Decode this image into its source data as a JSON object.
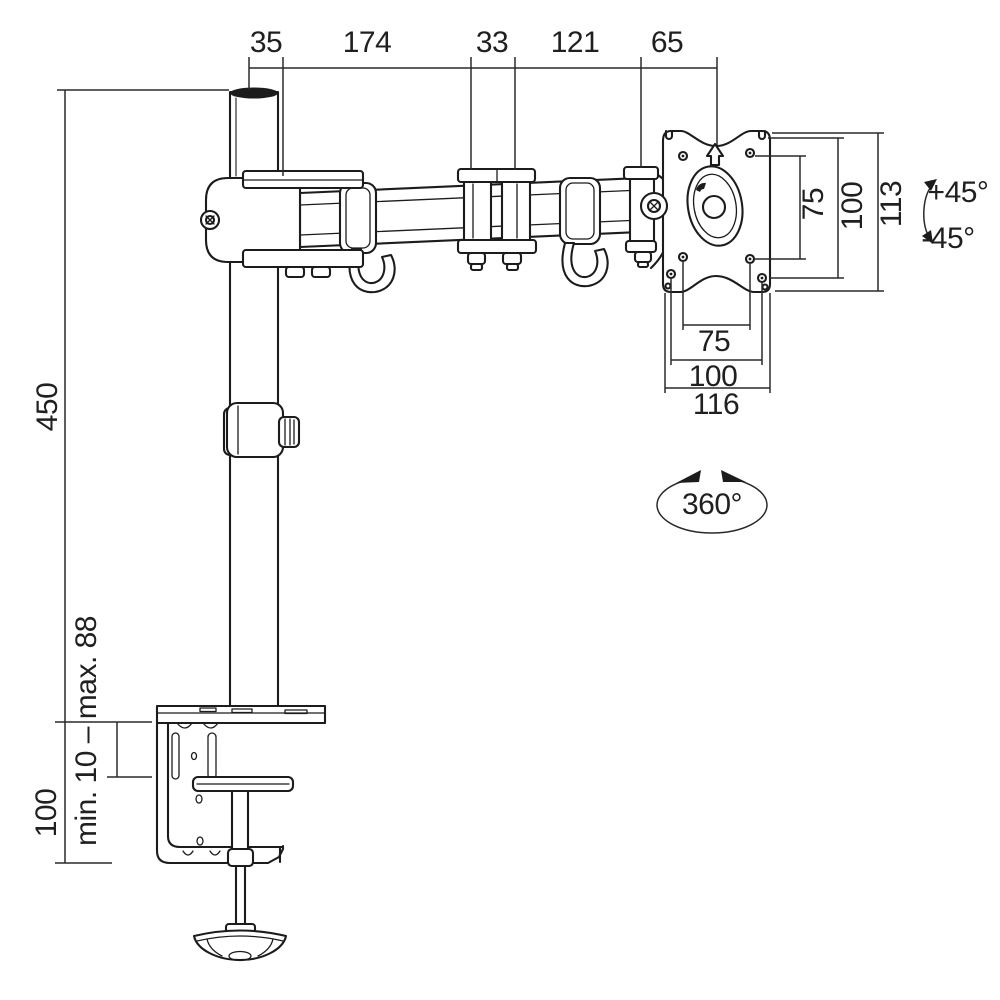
{
  "dimensions": {
    "top_chain": {
      "seg1": "35",
      "seg2": "174",
      "seg3": "33",
      "seg4": "121",
      "seg5": "65"
    },
    "left": {
      "pole_height": "450",
      "clamp_bracket_height": "100",
      "desk_thickness_range": "min. 10 – max. 88"
    },
    "vesa_vertical": {
      "inner": "75",
      "middle": "100",
      "outer": "113"
    },
    "vesa_horizontal": {
      "inner": "75",
      "middle": "100",
      "outer": "116"
    },
    "rotation": {
      "tilt_up": "+45°",
      "tilt_down": "-45°",
      "swivel": "360°"
    }
  },
  "colors": {
    "background": "#ffffff",
    "line": "#1c1c1c",
    "dimension": "#2a2a2a"
  }
}
